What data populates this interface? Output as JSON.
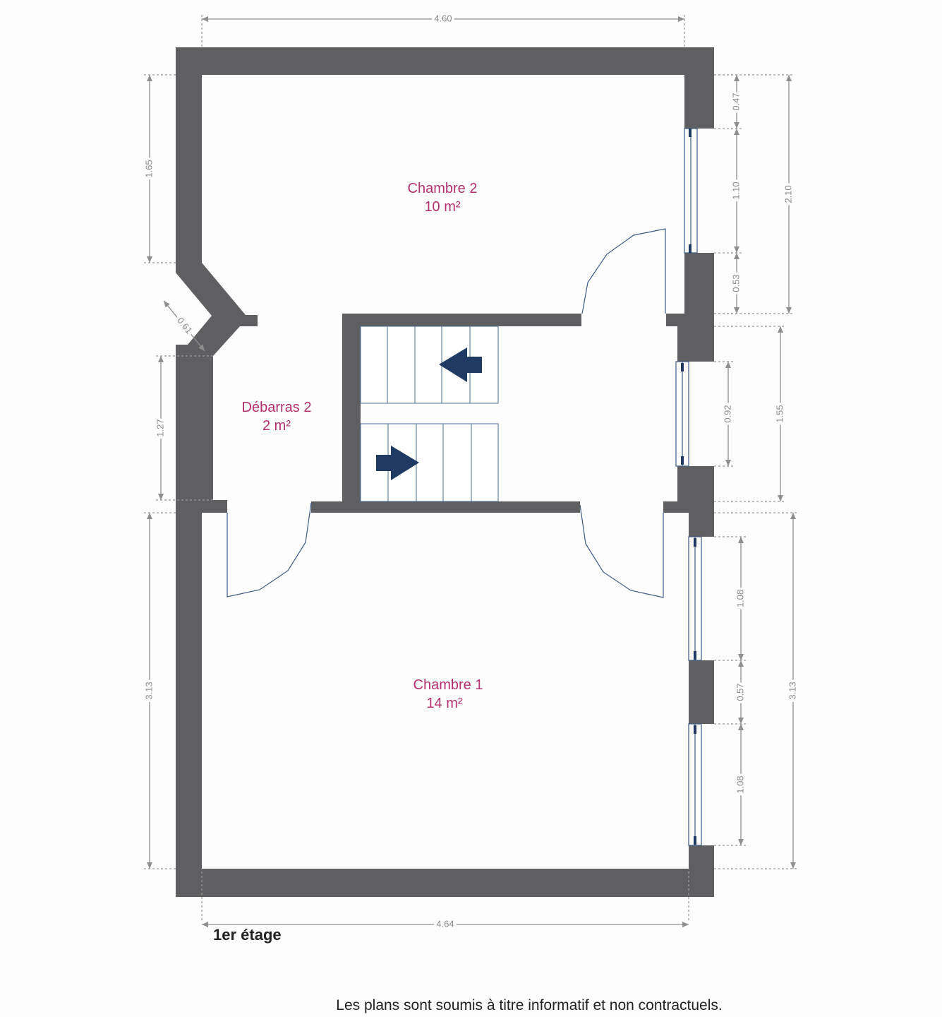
{
  "rooms": [
    {
      "name": "Chambre 2",
      "area": "10 m²"
    },
    {
      "name": "Débarras 2",
      "area": "2 m²"
    },
    {
      "name": "Chambre 1",
      "area": "14 m²"
    }
  ],
  "dimensions": {
    "top_width": "4.60",
    "bottom_width": "4.64",
    "left_upper": "1.65",
    "left_diagonal": "0.61",
    "left_middle": "1.27",
    "left_lower": "3.13",
    "right_wall_1": "0.47",
    "right_window_1": "1.10",
    "right_wall_2": "0.53",
    "right_total_upper": "2.10",
    "right_window_2": "0.92",
    "right_total_middle": "1.55",
    "right_window_3": "1.08",
    "right_wall_3": "0.57",
    "right_window_4": "1.08",
    "right_total_lower": "3.13"
  },
  "floor_label": "1er étage",
  "disclaimer": "Les plans sont soumis à titre informatif et non contractuels.",
  "colors": {
    "wall": "#5f5f61",
    "room_label": "#b4306e",
    "stair_arrow": "#1f3a63"
  }
}
